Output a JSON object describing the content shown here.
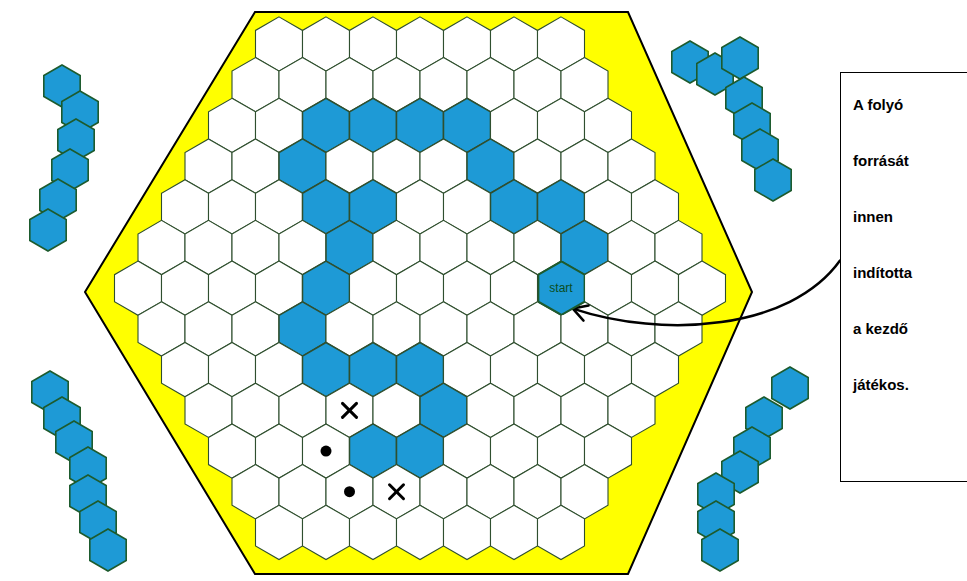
{
  "diagram": {
    "nodes": [
      {
        "text": [
          "start"
        ]
      },
      {
        "text": [
          "A folyó forrását innen indította a kezdő játékos."
        ]
      }
    ],
    "edges": [
      {
        "from": 1,
        "to": 0,
        "arrow": "to"
      }
    ]
  }
}
